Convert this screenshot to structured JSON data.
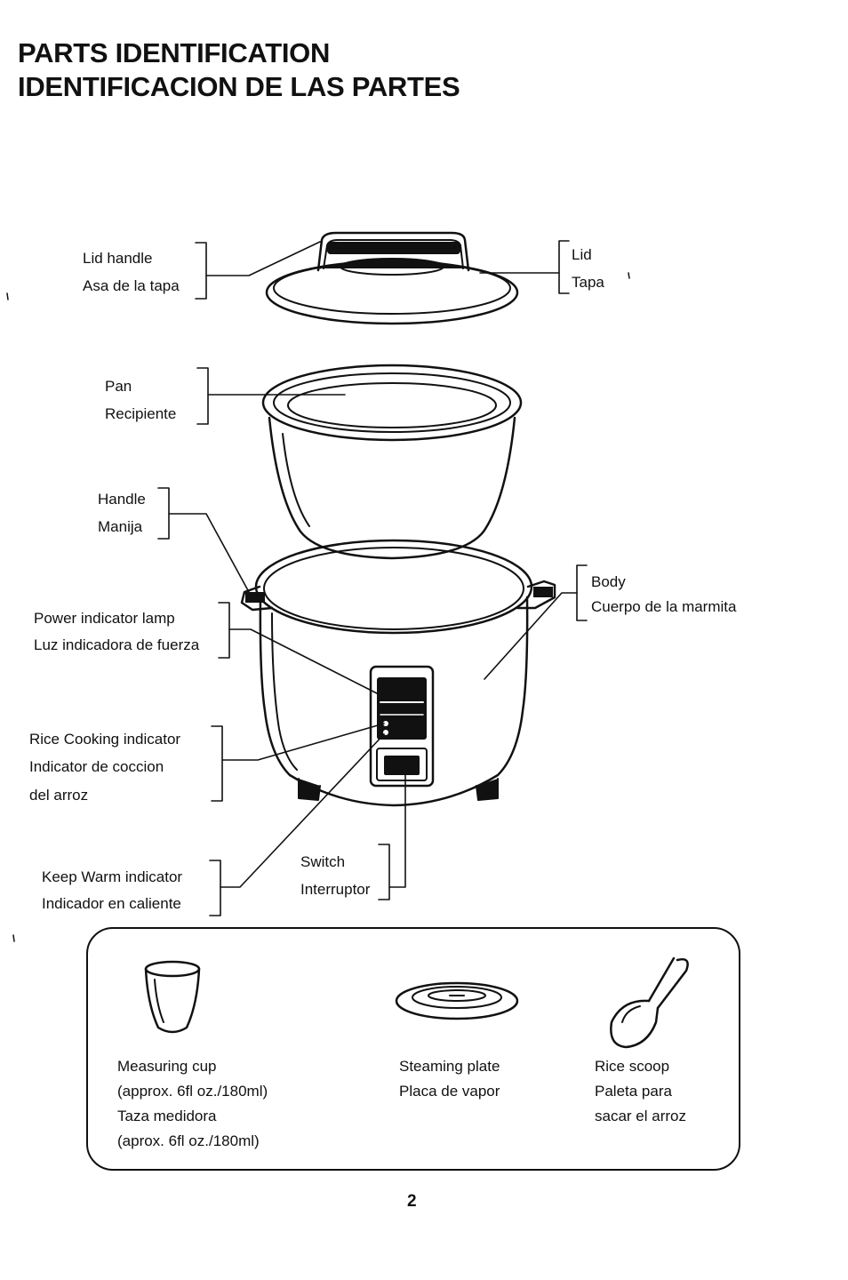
{
  "header": {
    "title_en": "PARTS IDENTIFICATION",
    "title_es": "IDENTIFICACION DE LAS PARTES"
  },
  "labels": {
    "lid_handle": {
      "en": "Lid handle",
      "es": "Asa de la tapa"
    },
    "lid": {
      "en": "Lid",
      "es": "Tapa"
    },
    "pan": {
      "en": "Pan",
      "es": "Recipiente"
    },
    "handle": {
      "en": "Handle",
      "es": "Manija"
    },
    "body": {
      "en": "Body",
      "es": "Cuerpo de la marmita"
    },
    "power_lamp": {
      "en": "Power indicator lamp",
      "es": "Luz indicadora de fuerza"
    },
    "rice_cooking": {
      "en": "Rice Cooking indicator",
      "es1": "Indicator de coccion",
      "es2": "del arroz"
    },
    "keep_warm": {
      "en": "Keep Warm indicator",
      "es": "Indicador en caliente"
    },
    "switch": {
      "en": "Switch",
      "es": "Interruptor"
    }
  },
  "accessories": {
    "measuring_cup": {
      "l1": "Measuring cup",
      "l2": "(approx. 6fl oz./180ml)",
      "l3": "Taza medidora",
      "l4": "(aprox. 6fl oz./180ml)"
    },
    "steaming_plate": {
      "l1": "Steaming plate",
      "l2": "Placa de vapor"
    },
    "rice_scoop": {
      "l1": "Rice scoop",
      "l2": "Paleta para",
      "l3": "sacar el arroz"
    }
  },
  "footer": {
    "page_number": "2"
  }
}
